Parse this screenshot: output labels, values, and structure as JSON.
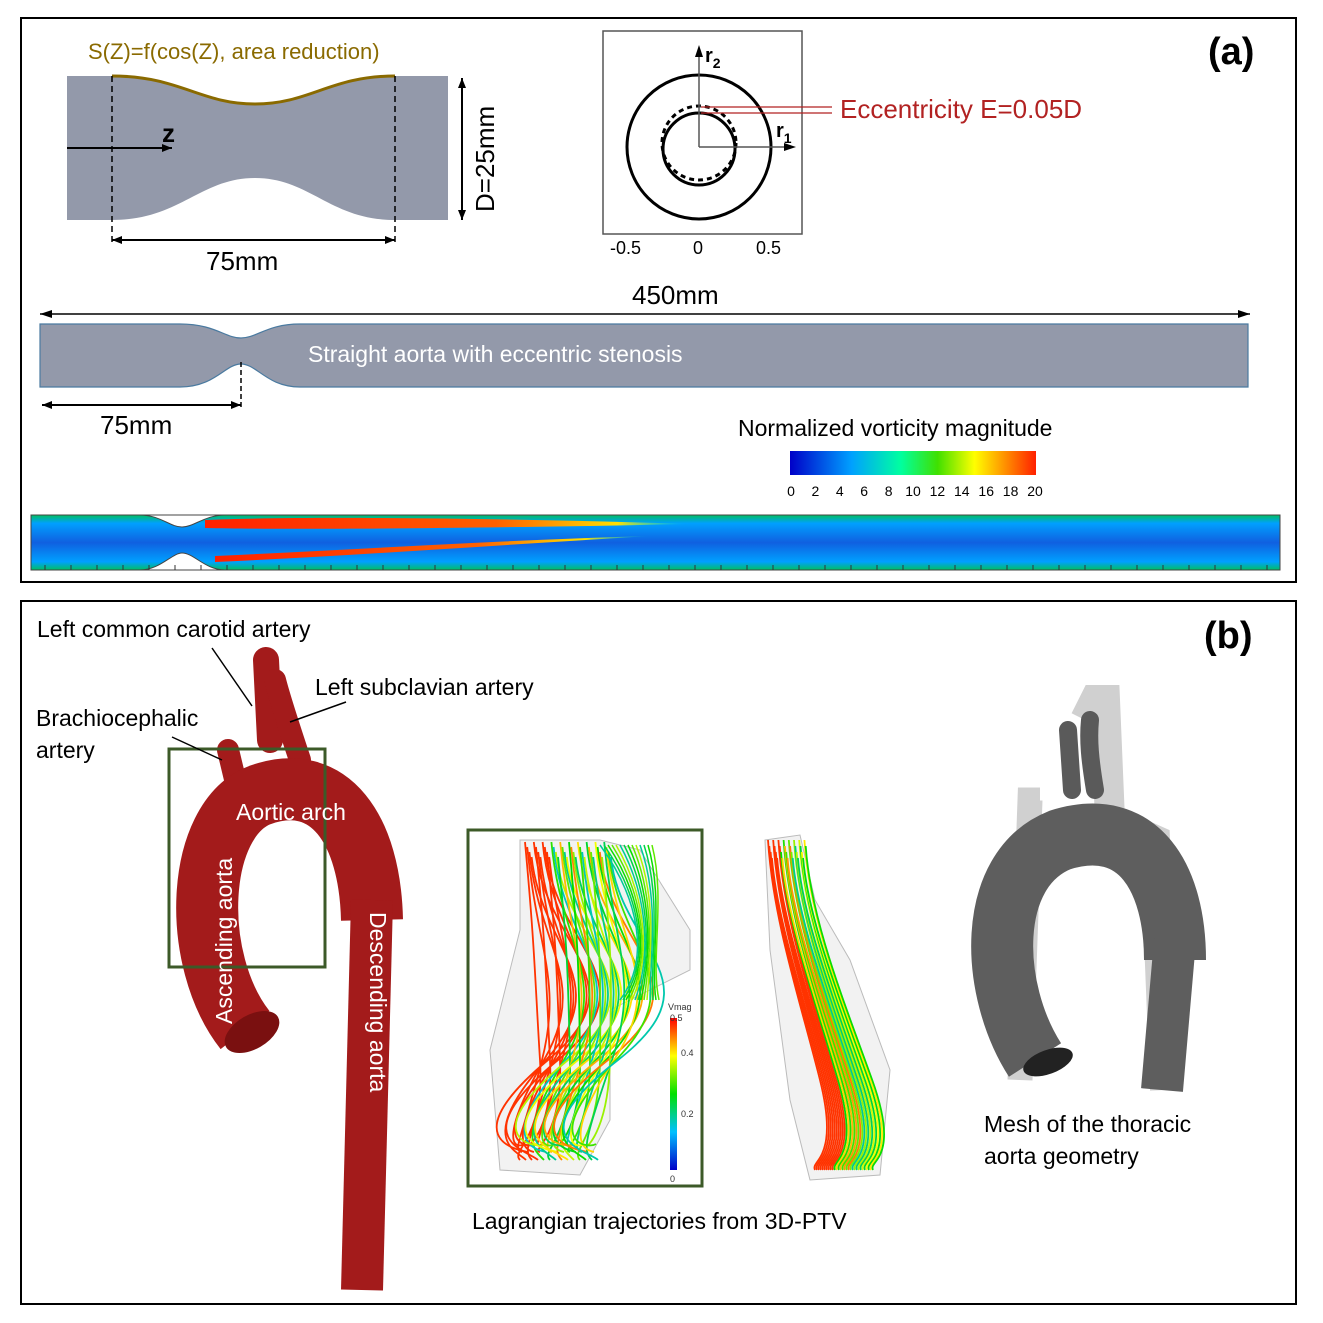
{
  "panel_a": {
    "label": "(a)",
    "shape_function": "S(Z)=f(cos(Z), area reduction)",
    "axis_z": "z",
    "diameter": "D=25mm",
    "stenosis_length": "75mm",
    "total_length": "450mm",
    "stenosis_position": "75mm",
    "model_label": "Straight aorta with eccentric stenosis",
    "eccentricity": "Eccentricity E=0.05D",
    "cross_section": {
      "axis_r2": "r",
      "axis_r2_sub": "2",
      "axis_r1": "r",
      "axis_r1_sub": "1",
      "ticks": [
        "-0.5",
        "0",
        "0.5"
      ]
    },
    "colorbar": {
      "title": "Normalized vorticity magnitude",
      "ticks": [
        "0",
        "2",
        "4",
        "6",
        "8",
        "10",
        "12",
        "14",
        "16",
        "18",
        "20"
      ]
    }
  },
  "panel_b": {
    "label": "(b)",
    "labels": {
      "lcc": "Left common carotid artery",
      "lsa": "Left subclavian artery",
      "brachio_1": "Brachiocephalic",
      "brachio_2": "artery",
      "arch": "Aortic arch",
      "ascending": "Ascending aorta",
      "descending": "Descending aorta"
    },
    "ptv_caption": "Lagrangian trajectories from 3D-PTV",
    "vmag": {
      "title": "Vmag",
      "ticks": [
        "0.5",
        "0.4",
        "0.2",
        "0"
      ]
    },
    "mesh_caption_1": "Mesh of the thoracic",
    "mesh_caption_2": "aorta geometry"
  },
  "colors": {
    "aorta": "#a31b1b",
    "model": "#9399aa",
    "accent_red": "#b22222",
    "olive": "#8a6a00",
    "box": "#3c5a28"
  }
}
